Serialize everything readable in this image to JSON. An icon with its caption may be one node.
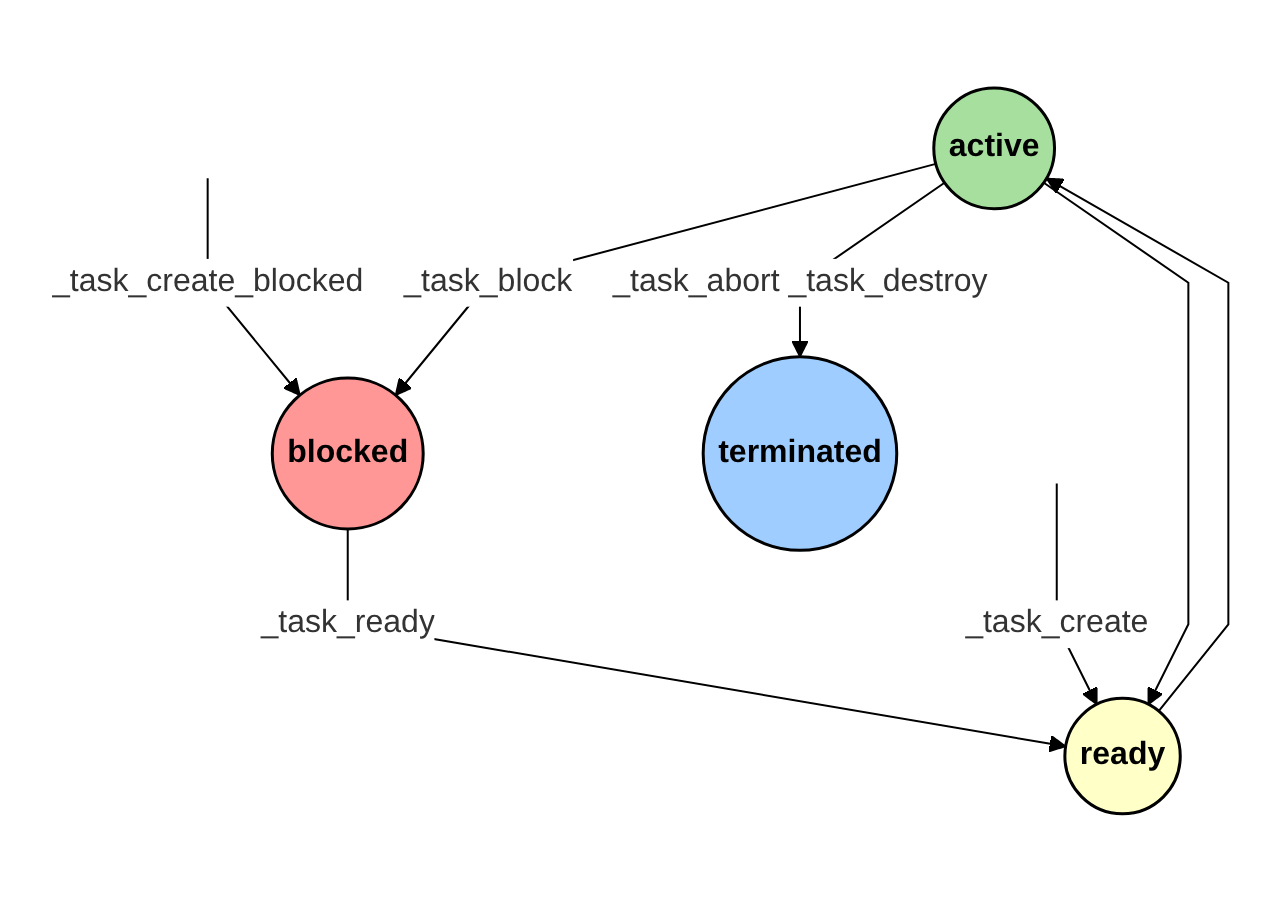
{
  "diagram": {
    "nodes": [
      {
        "text": [
          "active"
        ]
      },
      {
        "text": [
          "blocked"
        ]
      },
      {
        "text": [
          "terminated"
        ]
      },
      {
        "text": [
          "ready"
        ]
      }
    ],
    "edges": [
      {
        "from": 0,
        "to": 1,
        "arrow": "to",
        "label": "_task_block"
      },
      {
        "from": null,
        "to": 1,
        "arrow": "to",
        "label": "_task_create_blocked"
      },
      {
        "from": 0,
        "to": 2,
        "arrow": "to",
        "label": "_task_abort _task_destroy"
      },
      {
        "from": 1,
        "to": 3,
        "arrow": "to",
        "label": "_task_ready"
      },
      {
        "from": null,
        "to": 3,
        "arrow": "to",
        "label": "_task_create"
      },
      {
        "from": 0,
        "to": 3,
        "arrow": "to"
      },
      {
        "from": 3,
        "to": 0,
        "arrow": "to"
      }
    ]
  }
}
